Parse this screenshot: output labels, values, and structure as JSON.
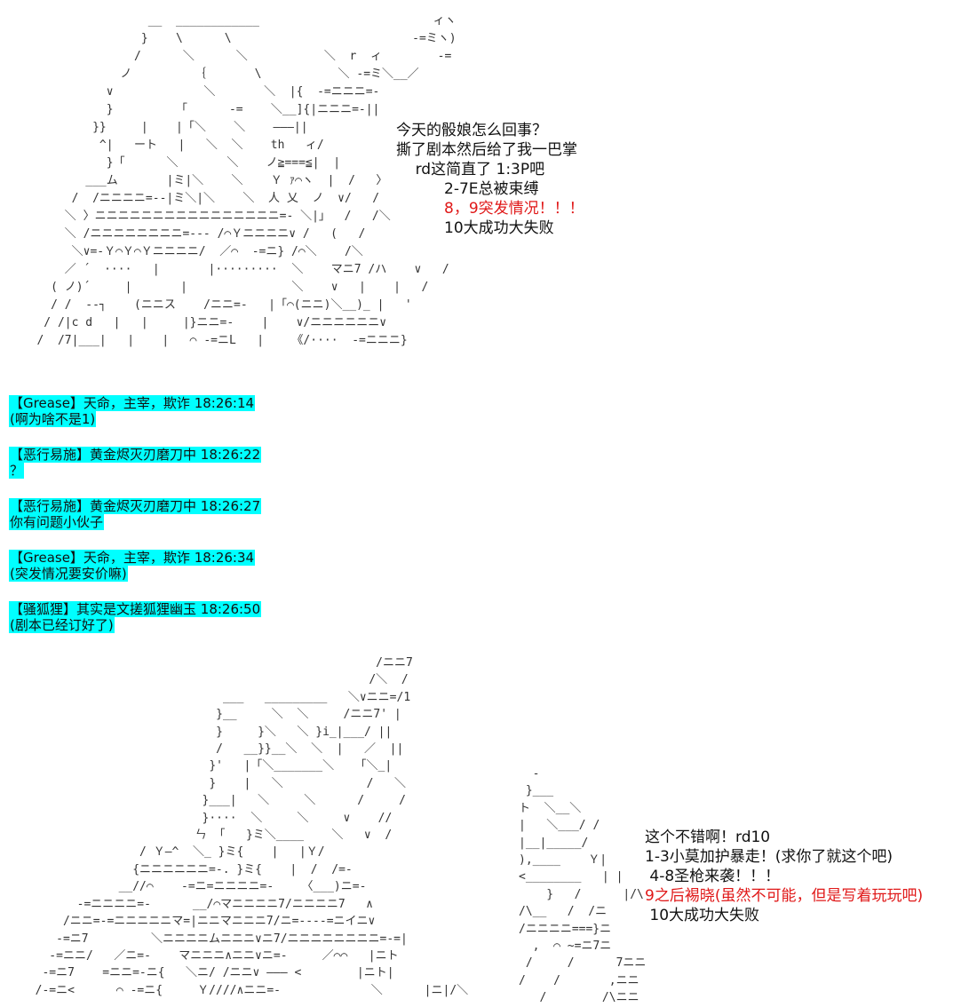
{
  "art_top": [
    "                   __  ____________                         ィヽ",
    "                  }    \\      \\                          -=ミヽ)",
    "                 /      ＼      ＼           ＼  r  ィ        -=",
    "               ノ         ｛       \\           ＼ -=ミ＼__／",
    "             ∨             ＼       ＼  |{  -=ニニニ=-",
    "             }         「      -=    ＼__]{|ニニニ=-||",
    "           }}     |    |「＼    ＼    ———||",
    "            ^|   ート   |   ＼  ＼    th   ィ/",
    "             }「      ＼       ＼    ノ≧===≦|  |",
    "          ___ム       |ミ|＼    ＼    Ｙ ｧ⌒ヽ  |  /   〉",
    "        /  /ニニニニ=--|ミ＼|＼    ＼  人 乂  ノ  ∨/   /",
    "       ＼ 〉ニニニニニニニニニニニニニニニニ=- ＼|」  /   /＼",
    "       ＼ /ニニニニニニニニ=--- /⌒Ｙニニニニ∨ /   (   /",
    "        ＼∨=-Ｙ⌒Ｙ⌒Ｙニニニニ/  ／⌒  -=ニ} /⌒＼    /＼",
    "       ／ ´  ····   |       |·········  ＼    マニ7 /ハ    ∨   /",
    "     ( ノ)´     |       |               ＼    ∨   |    |   /",
    "     / /  --┐    (ニニス    /ニニ=-   |「⌒(ニニ)＼__)_ |   '",
    "    / /|c d   |   |     |}ニニ=-    |    ∨/ニニニニニニ∨",
    "   /  /7|___|   |    |   ⌒ -=ニL   |    《/····  -=ニニニ}"
  ],
  "bubble_top": [
    {
      "text": "今天的骰娘怎么回事？",
      "red": false
    },
    {
      "text": "撕了剧本然后给了我一巴掌",
      "red": false
    },
    {
      "text": "    rd这简直了 1:3P吧",
      "red": false
    },
    {
      "text": "          2-7E总被束缚",
      "red": false
    },
    {
      "text": "          8，9突发情况！！！",
      "red": true
    },
    {
      "text": "          10大成功大失败",
      "red": false
    }
  ],
  "chat": [
    {
      "header": "【Grease】天命，主宰，欺诈 18:26:14",
      "body": "(啊为啥不是1)"
    },
    {
      "header": "【恶行易施】黄金烬灭刃磨刀中 18:26:22",
      "body": "？"
    },
    {
      "header": "【恶行易施】黄金烬灭刃磨刀中 18:26:27",
      "body": "你有问题小伙子"
    },
    {
      "header": "【Grease】天命，主宰，欺诈 18:26:34",
      "body": "(突发情况要安价嘛)"
    },
    {
      "header": "【骚狐狸】其实是文搓狐狸幽玉 18:26:50",
      "body": "(剧本已经订好了)"
    }
  ],
  "art_bottom": [
    "                                                   /ニニ7",
    "                                                  /＼  /",
    "                             ___   _________   ＼∨ニニ=/1",
    "                            }__     ＼  ＼     /ニニ7' |",
    "                            }     }＼   ＼ }i_|___/ ||",
    "                            /   __}}__＼  ＼  |   ／  ||",
    "                           }'   |「＼_______＼   「＼_|",
    "                           }    |   ＼            /   ＼",
    "                          }___|   ＼     ＼      /     /",
    "                          }····  ＼     ＼     ∨    //",
    "                         ㄣ 「   }ミ＼____    ＼   ∨  /",
    "                 / Ｙ—^  ＼_ }ミ{    |   |Ｙ/",
    "                {ニニニニニニ=-. }ミ{    |  /  /=-",
    "              __//⌒    -=ニ=ニニニニ=-    〈___)ニ=-",
    "        -=ニニニニ=-      __/⌒マニニニニ7/ニニニニ7   ∧",
    "      /ニニ=-=ニニニニニマ=|ニニマニニニ7/ニ=----=ニイニ∨",
    "     -=ニ7         ＼ニニニニムニニニ∨ニ7/ニニニニニニニニ=-=|",
    "    -=ニニ/   ／ニ=-    マニニニ∧ニニ∨ニ=-     ／⌒⌒   |ニト",
    "   -=ニ7    =ニニ=-ニ{   ＼ニ/ /ニニ∨ ——— <        |ニト|",
    "  /-=ニ<      ⌒ -=ニ{     Ｙ////∧ニニ=-             ＼      |ニ|/＼"
  ],
  "art_bottom_right": [
    "  -",
    " }___",
    "ト  ＼__＼",
    "|   ＼___/ /",
    "|__|_____/",
    "),____    Ｙ|",
    "<________   | |",
    "    }   /      |/\\",
    "/\\__   /  /ニ",
    "/ニニニニ===}ニ",
    "  ,  ⌒ ~=ニ7ニ",
    " /     /      7ニニ",
    "/    /       ,ニニ",
    "   /        /\\ニニ"
  ],
  "bubble_bottom": [
    {
      "text": "这个不错啊！rd10",
      "red": false
    },
    {
      "text": "1-3小莫加护暴走！(求你了就这个吧)",
      "red": false
    },
    {
      "text": " 4-8圣枪来袭！！！",
      "red": false
    },
    {
      "text": "9之后裼晓(虽然不可能，但是写着玩玩吧)",
      "red": true
    },
    {
      "text": " 10大成功大失败",
      "red": false
    }
  ],
  "colors": {
    "highlight": "#00ffff",
    "red_text": "#e01818"
  }
}
